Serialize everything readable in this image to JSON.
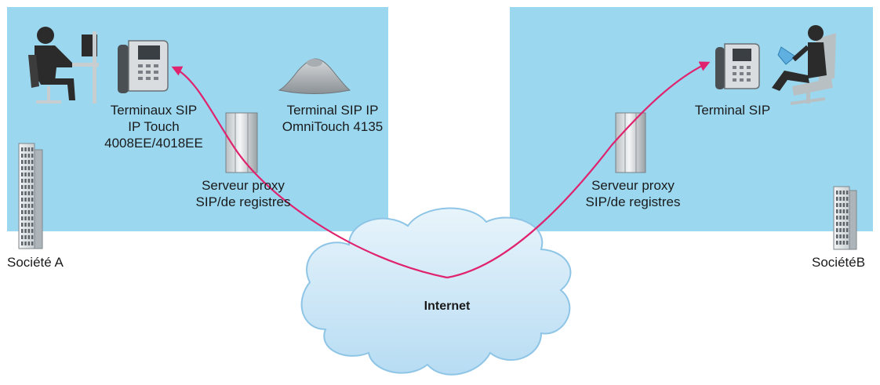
{
  "company_a": {
    "label": "Société A",
    "sip_phones": [
      "Terminaux SIP",
      "IP Touch",
      "4008EE/4018EE"
    ],
    "conference_phone": [
      "Terminal SIP IP",
      "OmniTouch 4135"
    ],
    "proxy_server": [
      "Serveur proxy",
      "SIP/de registres"
    ]
  },
  "company_b": {
    "label": "SociétéB",
    "sip_phone": "Terminal SIP",
    "proxy_server": [
      "Serveur proxy",
      "SIP/de registres"
    ]
  },
  "network": {
    "label": "Internet"
  },
  "colors": {
    "zone_fill": "#9bd8f0",
    "call_path": "#e0236e",
    "cloud_fill": "#c5e4f6",
    "cloud_stroke": "#8ec5e6"
  }
}
